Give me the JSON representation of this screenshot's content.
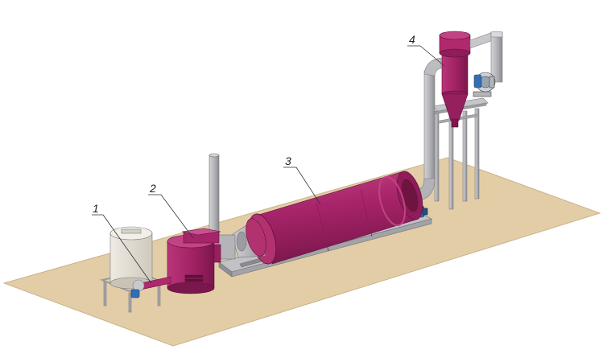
{
  "callouts": [
    {
      "number": "1"
    },
    {
      "number": "2"
    },
    {
      "number": "3"
    },
    {
      "number": "4"
    }
  ],
  "colors": {
    "background": "#ffffff",
    "floor": "#e3cda6",
    "magenta": "#a8246a",
    "magenta_dark": "#7d1a4f",
    "magenta_light": "#c24384",
    "steel": "#b9b9bd",
    "steel_dark": "#8e8e93",
    "tank": "#e2ddd2",
    "motor_blue": "#2f6fb8"
  }
}
